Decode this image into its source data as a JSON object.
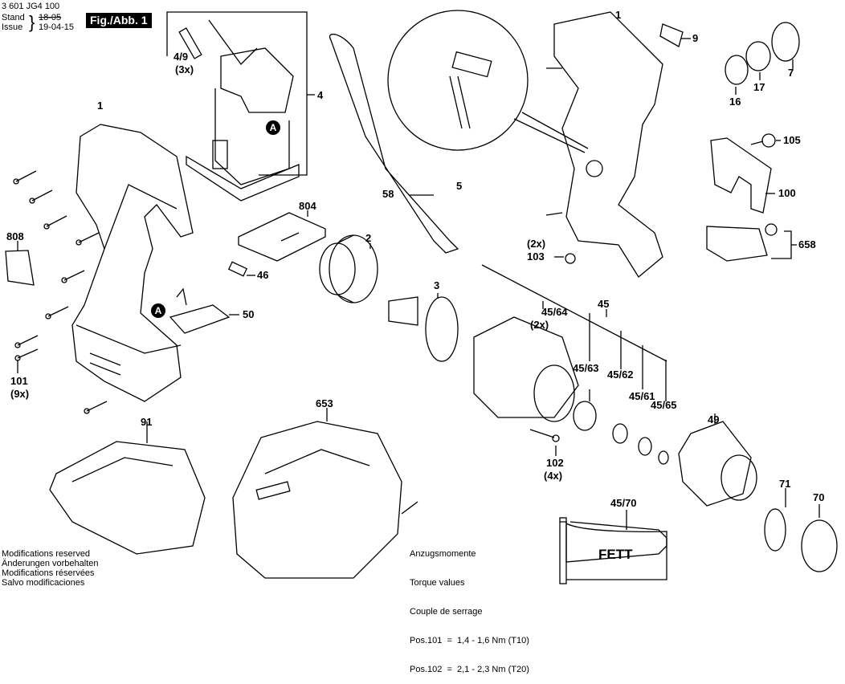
{
  "header": {
    "part_number": "3 601 JG4 100",
    "stand_label": "Stand",
    "issue_label": "Issue",
    "stand_value_struck": "18-05",
    "issue_value": "19-04-15",
    "figure_label": "Fig./Abb. 1"
  },
  "footer_notes": {
    "modifications": [
      "Modifications reserved",
      "Änderungen vorbehalten",
      "Modifications réservées",
      "Salvo modificaciones"
    ],
    "torque": [
      "Anzugsmomente",
      "Torque values",
      "Couple de serrage",
      "Pos.101  =  1,4 - 1,6 Nm (T10)",
      "Pos.102  =  2,1 - 2,3 Nm (T20)"
    ]
  },
  "markers": {
    "detail_marker": "A"
  },
  "grease_tube_text": "FETT",
  "parts": [
    {
      "id": "p1_left",
      "label": "1"
    },
    {
      "id": "p1_right",
      "label": "1"
    },
    {
      "id": "p2",
      "label": "2"
    },
    {
      "id": "p3",
      "label": "3"
    },
    {
      "id": "p4",
      "label": "4"
    },
    {
      "id": "p4_9",
      "label": "4/9"
    },
    {
      "id": "p4_9_qty",
      "label": "(3x)"
    },
    {
      "id": "p5",
      "label": "5"
    },
    {
      "id": "p7",
      "label": "7"
    },
    {
      "id": "p9",
      "label": "9"
    },
    {
      "id": "p16",
      "label": "16"
    },
    {
      "id": "p17",
      "label": "17"
    },
    {
      "id": "p45",
      "label": "45"
    },
    {
      "id": "p45_61",
      "label": "45/61"
    },
    {
      "id": "p45_62",
      "label": "45/62"
    },
    {
      "id": "p45_63",
      "label": "45/63"
    },
    {
      "id": "p45_64",
      "label": "45/64"
    },
    {
      "id": "p45_64_qty",
      "label": "(2x)"
    },
    {
      "id": "p45_65",
      "label": "45/65"
    },
    {
      "id": "p45_70",
      "label": "45/70"
    },
    {
      "id": "p46",
      "label": "46"
    },
    {
      "id": "p49",
      "label": "49"
    },
    {
      "id": "p50",
      "label": "50"
    },
    {
      "id": "p58",
      "label": "58"
    },
    {
      "id": "p70",
      "label": "70"
    },
    {
      "id": "p71",
      "label": "71"
    },
    {
      "id": "p91",
      "label": "91"
    },
    {
      "id": "p100",
      "label": "100"
    },
    {
      "id": "p101",
      "label": "101"
    },
    {
      "id": "p101_qty",
      "label": "(9x)"
    },
    {
      "id": "p102",
      "label": "102"
    },
    {
      "id": "p102_qty",
      "label": "(4x)"
    },
    {
      "id": "p103",
      "label": "103"
    },
    {
      "id": "p103_qty",
      "label": "(2x)"
    },
    {
      "id": "p105",
      "label": "105"
    },
    {
      "id": "p653",
      "label": "653"
    },
    {
      "id": "p658",
      "label": "658"
    },
    {
      "id": "p804",
      "label": "804"
    },
    {
      "id": "p808",
      "label": "808"
    }
  ]
}
